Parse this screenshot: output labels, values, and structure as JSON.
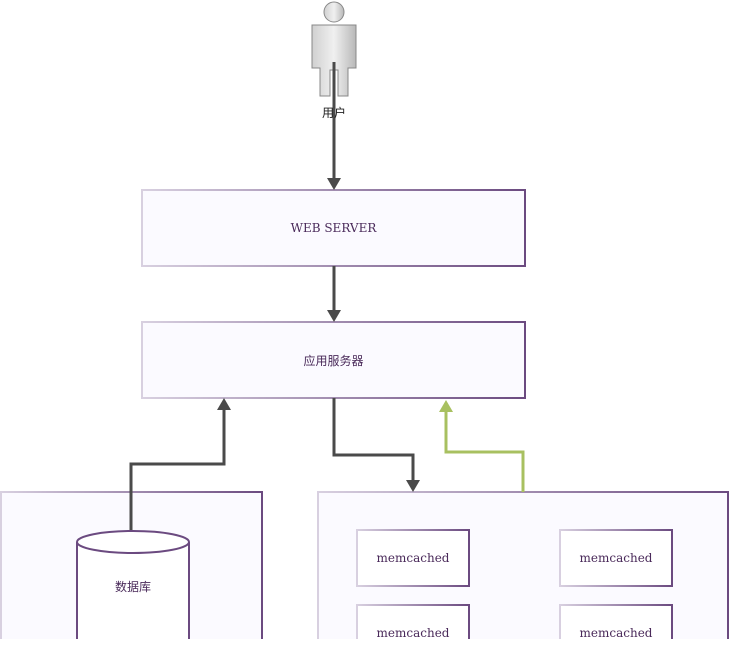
{
  "diagram": {
    "user": {
      "label": "用户",
      "icon": "user-icon"
    },
    "web_server": {
      "label": "WEB SERVER"
    },
    "app_server": {
      "label": "应用服务器"
    },
    "database": {
      "label": "数据库",
      "icon": "database-icon"
    },
    "memcached_nodes": [
      {
        "label": "memcached"
      },
      {
        "label": "memcached"
      },
      {
        "label": "memcached"
      },
      {
        "label": "memcached"
      }
    ],
    "colors": {
      "box_stroke": "#6b4a80",
      "box_fill": "#fbfaff",
      "arrow": "#4a4a4a",
      "return_arrow": "#a8c060",
      "text": "#4a2a5a"
    }
  }
}
